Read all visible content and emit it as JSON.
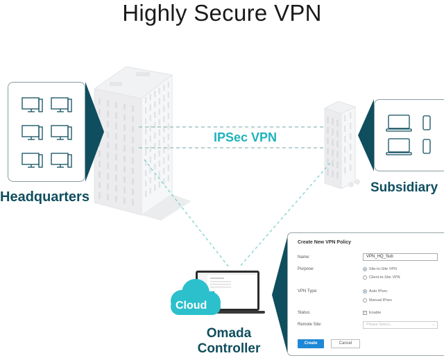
{
  "title": "Highly Secure VPN",
  "labels": {
    "headquarters": "Headquarters",
    "subsidiary": "Subsidiary",
    "ipsec": "IPSec VPN",
    "cloud": "Cloud",
    "omada_line1": "Omada",
    "omada_line2": "Controller"
  },
  "colors": {
    "teal_dark": "#0f4e5e",
    "teal_accent": "#1fb3bc",
    "cloud": "#2cc0cc",
    "button_blue": "#1e88d6"
  },
  "hq_devices": [
    "desktop-icon",
    "desktop-icon",
    "desktop-icon",
    "desktop-icon",
    "desktop-icon",
    "desktop-icon"
  ],
  "sub_devices": [
    "laptop-icon",
    "phone-icon",
    "laptop-icon",
    "phone-icon"
  ],
  "dialog": {
    "title": "Create New VPN Policy",
    "name_label": "Name:",
    "name_value": "VPN_HQ_Sub",
    "purpose_label": "Purpose:",
    "purpose_options": [
      "Site-to-Site VPN",
      "Client-to-Site VPN"
    ],
    "purpose_selected": "Site-to-Site VPN",
    "vpn_type_label": "VPN Type:",
    "vpn_type_options": [
      "Auto IPsec",
      "Manual IPsec"
    ],
    "vpn_type_selected": "Auto IPsec",
    "status_label": "Status:",
    "status_option": "Enable",
    "status_checked": true,
    "remote_site_label": "Remote Site:",
    "remote_site_placeholder": "Please Select...",
    "create_button": "Create",
    "cancel_button": "Cancel"
  }
}
